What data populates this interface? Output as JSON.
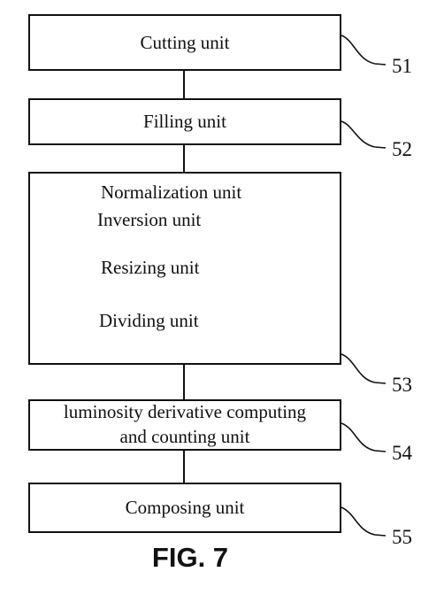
{
  "units": {
    "cutting": {
      "label": "Cutting unit",
      "ref": "51"
    },
    "filling": {
      "label": "Filling unit",
      "ref": "52"
    },
    "module53": {
      "ref": "53",
      "items": [
        "Normalization unit",
        "Inversion unit",
        "Resizing unit",
        "Dividing unit"
      ]
    },
    "luminosity": {
      "line1": "luminosity derivative computing",
      "line2": "and counting unit",
      "ref": "54"
    },
    "composing": {
      "label": "Composing unit",
      "ref": "55"
    }
  },
  "caption": "FIG. 7"
}
